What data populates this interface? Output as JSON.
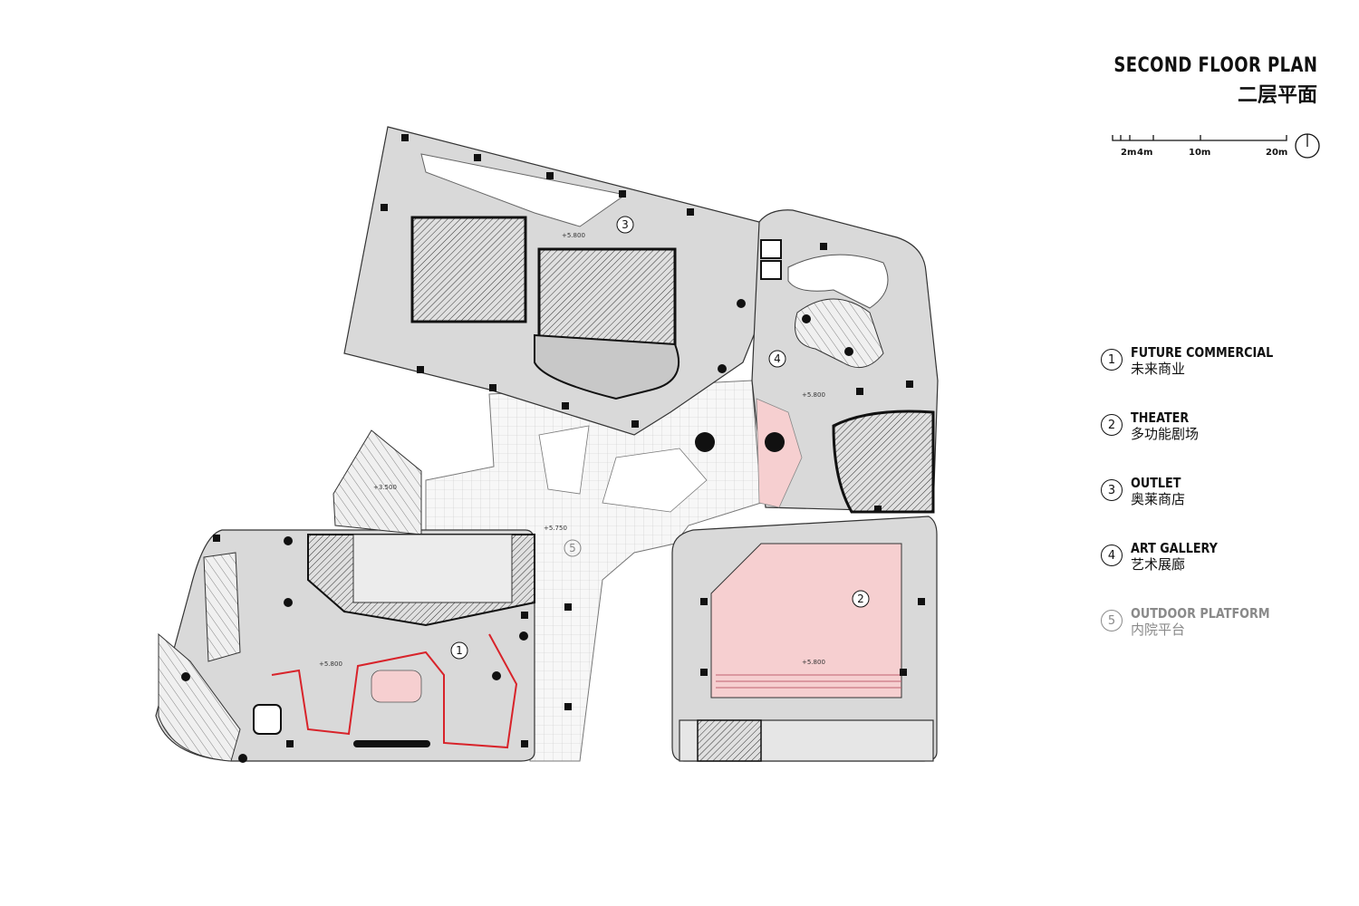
{
  "title": {
    "en": "SECOND FLOOR PLAN",
    "cn": "二层平面"
  },
  "scale_bar": {
    "labels": [
      "2m",
      "4m",
      "10m",
      "20m"
    ]
  },
  "legend": [
    {
      "num": "1",
      "en": "FUTURE COMMERCIAL",
      "cn": "未来商业"
    },
    {
      "num": "2",
      "en": "THEATER",
      "cn": "多功能剧场"
    },
    {
      "num": "3",
      "en": "OUTLET",
      "cn": "奥莱商店"
    },
    {
      "num": "4",
      "en": "ART GALLERY",
      "cn": "艺术展廊"
    },
    {
      "num": "5",
      "en": "OUTDOOR PLATFORM",
      "cn": "内院平台"
    }
  ],
  "elevations": {
    "e1": "+5.800",
    "e2": "+5.800",
    "e3": "+3.500",
    "e4": "+5.750",
    "e5": "+5.800",
    "e6": "+5.800"
  },
  "zones": {
    "z1": "1",
    "z2": "2",
    "z3": "3",
    "z4": "4",
    "z5": "5"
  },
  "colors": {
    "floor": "#d9d9d9",
    "grid": "#f2f2f2",
    "theater": "#f6cfd0",
    "line": "#222222",
    "accent": "#d8232a"
  },
  "icons": {
    "north": "north-arrow-icon"
  }
}
